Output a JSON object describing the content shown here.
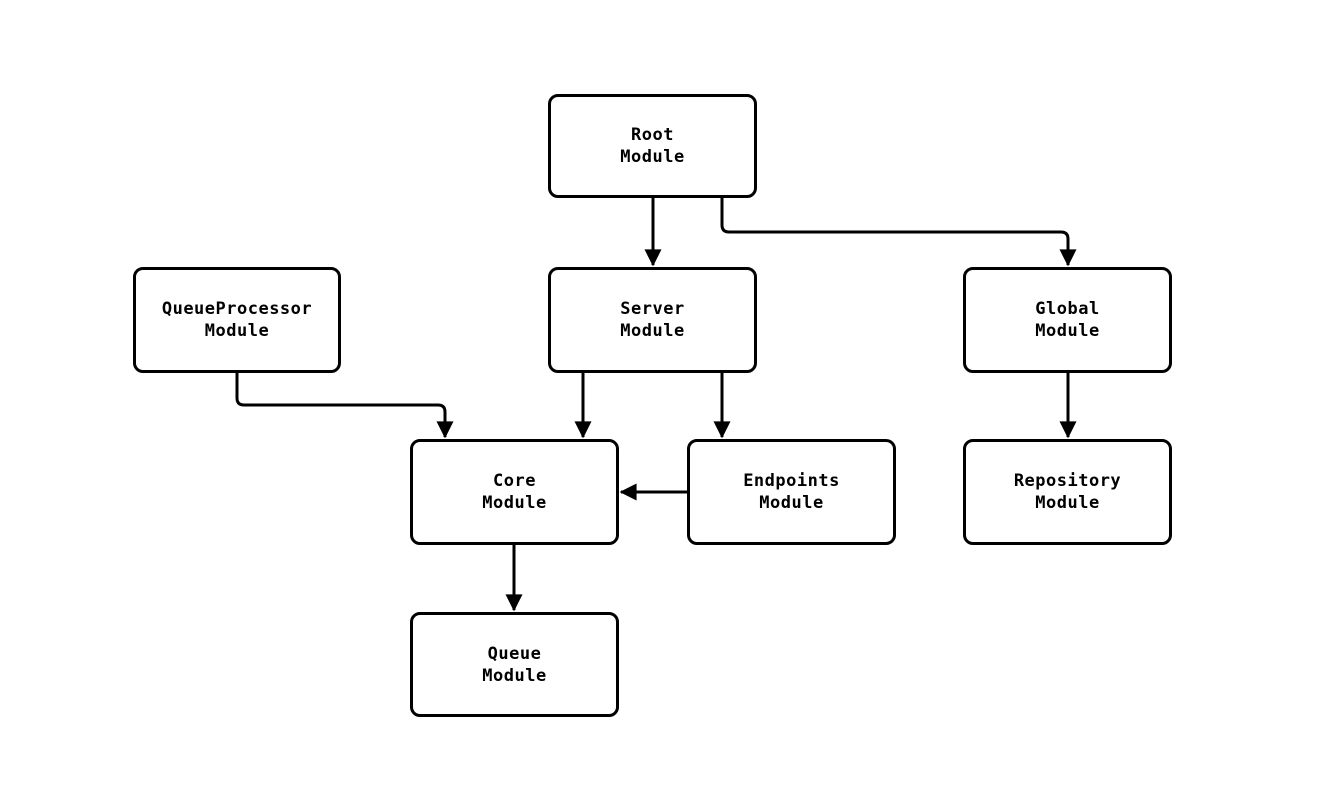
{
  "diagram": {
    "type": "module-dependency-graph",
    "colors": {
      "background": "#ffffff",
      "line": "#000000",
      "node_fill": "#ffffff",
      "node_border": "#000000",
      "text": "#000000"
    },
    "nodes": {
      "root": {
        "label": "Root\nModule"
      },
      "queueprocessor": {
        "label": "QueueProcessor\nModule"
      },
      "server": {
        "label": "Server\nModule"
      },
      "global": {
        "label": "Global\nModule"
      },
      "core": {
        "label": "Core\nModule"
      },
      "endpoints": {
        "label": "Endpoints\nModule"
      },
      "repository": {
        "label": "Repository\nModule"
      },
      "queue": {
        "label": "Queue\nModule"
      }
    },
    "edges": [
      {
        "from": "root",
        "to": "server"
      },
      {
        "from": "root",
        "to": "global"
      },
      {
        "from": "queueprocessor",
        "to": "core"
      },
      {
        "from": "server",
        "to": "core"
      },
      {
        "from": "server",
        "to": "endpoints"
      },
      {
        "from": "endpoints",
        "to": "core"
      },
      {
        "from": "global",
        "to": "repository"
      },
      {
        "from": "core",
        "to": "queue"
      }
    ]
  }
}
